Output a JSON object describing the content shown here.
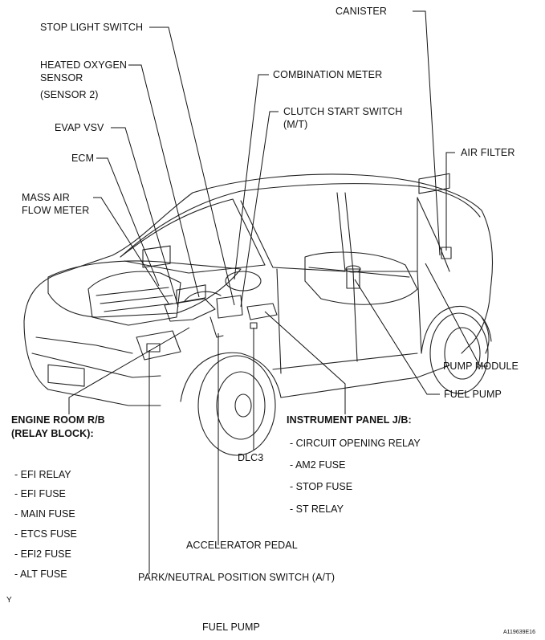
{
  "labels": {
    "canister": "CANISTER",
    "stop_light_switch": "STOP LIGHT SWITCH",
    "heated_oxygen_sensor_l1": "HEATED OXYGEN",
    "heated_oxygen_sensor_l2": "SENSOR",
    "heated_oxygen_sensor_l3": "(SENSOR 2)",
    "combination_meter": "COMBINATION METER",
    "clutch_start_switch_l1": "CLUTCH START SWITCH",
    "clutch_start_switch_l2": "(M/T)",
    "evap_vsv": "EVAP VSV",
    "ecm": "ECM",
    "air_filter": "AIR FILTER",
    "mass_air_flow_meter_l1": "MASS AIR",
    "mass_air_flow_meter_l2": "FLOW METER",
    "pump_module": "PUMP MODULE",
    "fuel_pump": "FUEL PUMP",
    "dlc3": "DLC3",
    "accelerator_pedal": "ACCELERATOR PEDAL",
    "park_neutral_switch": "PARK/NEUTRAL POSITION SWITCH (A/T)"
  },
  "engine_room_rb": {
    "title_l1": "ENGINE ROOM R/B",
    "title_l2": "(RELAY BLOCK):",
    "items": [
      "- EFI RELAY",
      "- EFI FUSE",
      "- MAIN FUSE",
      "- ETCS FUSE",
      "- EFI2 FUSE",
      "- ALT FUSE"
    ]
  },
  "instrument_panel_jb": {
    "title": "INSTRUMENT PANEL J/B:",
    "items": [
      "- CIRCUIT OPENING RELAY",
      "- AM2 FUSE",
      "- STOP FUSE",
      "- ST RELAY"
    ]
  },
  "footer": {
    "page_mark": "Y",
    "caption": "FUEL PUMP",
    "figure_code": "A119639E16"
  }
}
